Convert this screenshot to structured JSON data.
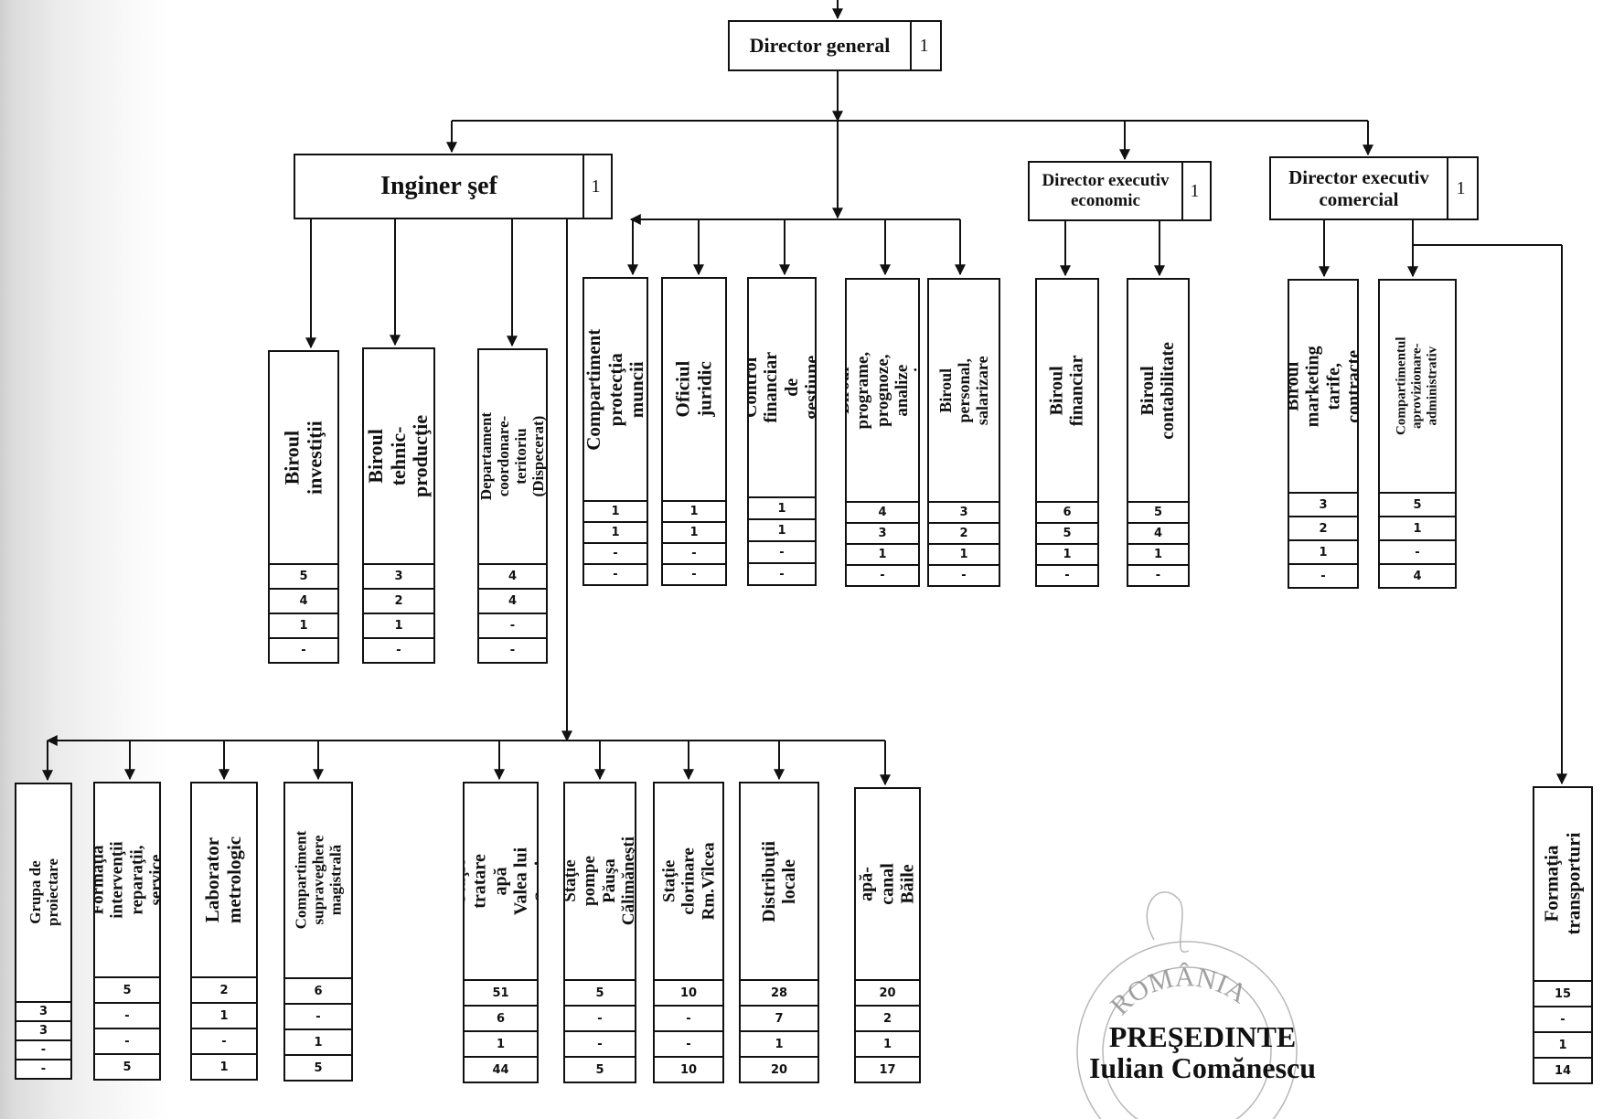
{
  "chart_title": "",
  "top_boxes": [
    {
      "id": "director-general",
      "label": "Director general",
      "count": "1"
    },
    {
      "id": "inginer-sef",
      "label": "Inginer şef",
      "count": "1"
    },
    {
      "id": "director-economic",
      "label": "Director executiv\neconomic",
      "count": "1"
    },
    {
      "id": "director-comercial",
      "label": "Director executiv\ncomercial",
      "count": "1"
    }
  ],
  "departments": [
    {
      "id": "biroul-investitii",
      "label": "Biroul investiţii",
      "values": [
        "5",
        "4",
        "1",
        "-"
      ]
    },
    {
      "id": "biroul-tehnic",
      "label": "Biroul\ntehnic-producţie",
      "values": [
        "3",
        "2",
        "1",
        "-"
      ]
    },
    {
      "id": "departament-dispecerat",
      "label": "Departament\ncoordonare-teritoriu\n(Dispecerat)",
      "values": [
        "4",
        "4",
        "-",
        "-"
      ]
    },
    {
      "id": "compartiment-protectia-muncii",
      "label": "Compartiment\nprotecţia  muncii",
      "values": [
        "1",
        "1",
        "-",
        "-"
      ]
    },
    {
      "id": "oficiul-juridic",
      "label": "Oficiul juridic",
      "values": [
        "1",
        "1",
        "-",
        "-"
      ]
    },
    {
      "id": "control-financiar",
      "label": "Control financiar\nde gestiune",
      "values": [
        "1",
        "1",
        "-",
        "-"
      ]
    },
    {
      "id": "biroul-programe",
      "label": "Biroul programe,\nprognoze, analize\neconomice",
      "values": [
        "4",
        "3",
        "1",
        "-"
      ]
    },
    {
      "id": "biroul-personal",
      "label": "Biroul personal,\nsalarizare",
      "values": [
        "3",
        "2",
        "1",
        "-"
      ]
    },
    {
      "id": "biroul-financiar",
      "label": "Biroul\nfinanciar",
      "values": [
        "6",
        "5",
        "1",
        "-"
      ]
    },
    {
      "id": "biroul-contabilitate",
      "label": "Biroul\ncontabilitate",
      "values": [
        "5",
        "4",
        "1",
        "-"
      ]
    },
    {
      "id": "biroul-marketing",
      "label": "Biroul marketing\ntarife, contracte",
      "values": [
        "3",
        "2",
        "1",
        "-"
      ]
    },
    {
      "id": "compartiment-aprovizionare",
      "label": "Compartimentul\naprovizionare-administrativ",
      "values": [
        "5",
        "1",
        "-",
        "4"
      ]
    },
    {
      "id": "grupa-proiectare",
      "label": "Grupa de\nproiectare",
      "values": [
        "3",
        "3",
        "-",
        "-"
      ]
    },
    {
      "id": "formatia-interventii",
      "label": "Formaţia intervenţii\nreparaţii, service",
      "values": [
        "5",
        "-",
        "-",
        "5"
      ]
    },
    {
      "id": "laborator-metrologic",
      "label": "Laborator\nmetrologic",
      "values": [
        "2",
        "1",
        "-",
        "1"
      ]
    },
    {
      "id": "compartiment-supraveghere",
      "label": "Compartiment\nsupraveghere magistrală",
      "values": [
        "6",
        "-",
        "1",
        "5"
      ]
    },
    {
      "id": "statie-tratare",
      "label": "Staţie tratare apă\nValea lui Stani",
      "values": [
        "51",
        "6",
        "1",
        "44"
      ]
    },
    {
      "id": "statie-pompe",
      "label": "Staţie pompe Păuşa\nCălimăneşti",
      "values": [
        "5",
        "-",
        "-",
        "5"
      ]
    },
    {
      "id": "statie-clorinare",
      "label": "Staţie clorinare\nRm.Vîlcea",
      "values": [
        "10",
        "-",
        "-",
        "10"
      ]
    },
    {
      "id": "distributii-locale",
      "label": "Distribuţii\nlocale",
      "values": [
        "28",
        "7",
        "1",
        "20"
      ]
    },
    {
      "id": "sector-apa-canal",
      "label": "Sector apă-canal\nBăile Govora",
      "values": [
        "20",
        "2",
        "1",
        "17"
      ]
    },
    {
      "id": "formatia-transporturi",
      "label": "Formaţia\ntransporturi",
      "values": [
        "15",
        "-",
        "1",
        "14"
      ]
    }
  ],
  "signature": {
    "title": "PREŞEDINTE",
    "name": "Iulian Comănescu"
  },
  "stamp": {
    "text": "ROMÂNIA"
  }
}
